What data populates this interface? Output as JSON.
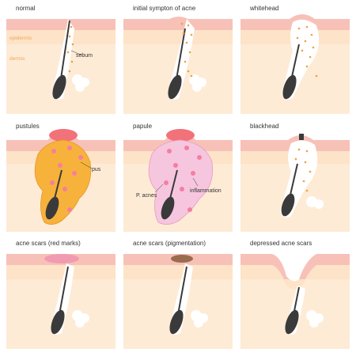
{
  "panels": [
    {
      "title": "normal"
    },
    {
      "title": "initial sympton of acne"
    },
    {
      "title": "whitehead"
    },
    {
      "title": "pustules"
    },
    {
      "title": "papule"
    },
    {
      "title": "blackhead"
    },
    {
      "title": "acne scars (red marks)"
    },
    {
      "title": "acne scars (pigmentation)"
    },
    {
      "title": "depressed acne scars"
    }
  ],
  "labels": {
    "epidermis": "epidermis",
    "dermis": "dermis",
    "sebum": "sebum",
    "pus": "pus",
    "p_acnes": "P. acnes",
    "inflammation": "inflammation"
  },
  "colors": {
    "skin_surface": "#f4b3b3",
    "epidermis": "#fde3c8",
    "dermis": "#fdebd6",
    "sebum_dot": "#f2a03a",
    "hair": "#3a3a3a",
    "pus": "#f7b23b",
    "inflammation": "#f6a6c8",
    "red_mark": "#f19bb0",
    "pigmentation": "#9a6b4e",
    "label_orange": "#f2a65a"
  }
}
